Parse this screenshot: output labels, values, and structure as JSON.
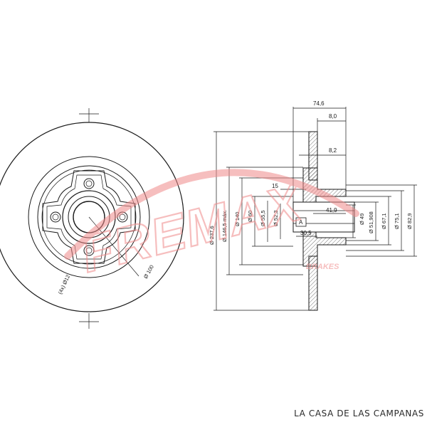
{
  "watermark": {
    "brand": "FREMAX",
    "sub": "BRAKES",
    "color": "#f08a8a"
  },
  "front_view": {
    "bolt_label": "(4x) Ø12",
    "pcd_label": "Ø 100"
  },
  "section_view": {
    "dims": {
      "total_width": "74,6",
      "hat_width": "8,0",
      "disc_thickness": "8,2",
      "offset": "15",
      "bore_depth": "41,9",
      "inner_depth": "30,5",
      "datum": "A",
      "outer_diameter": "Ø 237,6",
      "friction_diameter": "Ø 146,5 máx.",
      "d140": "Ø 140",
      "d60": "Ø 60",
      "d55_5": "Ø 55,5",
      "d52_3": "Ø 52,3",
      "d49": "Ø 49",
      "d51_908": "Ø 51,908",
      "d67_1": "Ø 67,1",
      "d75_1": "Ø 75,1",
      "d82_9": "Ø 82,9"
    }
  },
  "footer": {
    "caption": "LA CASA DE LAS CAMPANAS"
  }
}
